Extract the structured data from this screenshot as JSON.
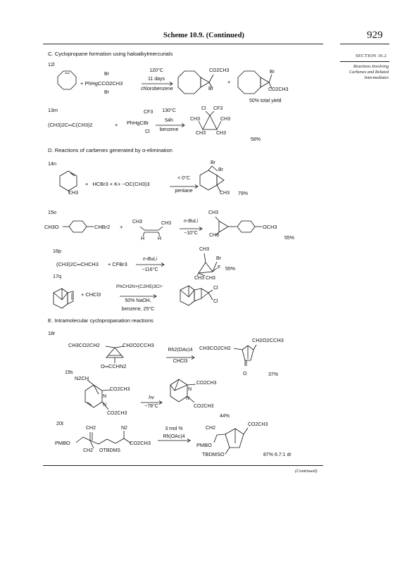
{
  "header": {
    "scheme_title": "Scheme 10.9. (Continued)",
    "page_number": "929"
  },
  "sidebar": {
    "section": "SECTION 10.2",
    "running_title": "Reactions Involving Carbenes and Related Intermediates"
  },
  "sections": {
    "C": "C. Cyclopropane formation using haloalkylmercurials",
    "D": "D. Reactions of carbenes generated by α-elimination",
    "E": "E. Intramolecular cyclopropanation reactions"
  },
  "entries": {
    "e12": {
      "label": "12l",
      "reagent": "PhHgCCO2CH3",
      "reagent_br_top": "Br",
      "reagent_br_bottom": "Br",
      "cond_1": "120°C",
      "cond_2": "11 days",
      "cond_3": "chlorobenzene",
      "p1_ester": "CO2CH3",
      "p1_br": "Br",
      "p2_br": "Br",
      "p2_ester": "CO2CH3",
      "yield": "50% total yield"
    },
    "e13": {
      "label": "13m",
      "substrate": "(CH3)2C═C(CH3)2",
      "reagent_top": "CF3",
      "reagent": "PhHgCBr",
      "reagent_bottom": "Cl",
      "cond_1": "130°C",
      "cond_2": "54h",
      "cond_3": "benzene",
      "p_cl": "Cl",
      "p_cf3": "CF3",
      "p_me_left": "CH3",
      "p_me_right": "CH3",
      "p_me_bl": "CH3",
      "p_me_br": "CH3",
      "yield": "58%"
    },
    "e14": {
      "label": "14n",
      "sub_me": "CH3",
      "reagents": "HCBr3 + K+ −OC(CH3)3",
      "cond_1": "< 0°C",
      "cond_2": "pentane",
      "p_br1": "Br",
      "p_br2": "Br",
      "p_me": "CH3",
      "yield": "79%"
    },
    "e15": {
      "label": "15o",
      "sub_left": "CH3O",
      "sub_right": "CHBr2",
      "alkene_me_left": "CH3",
      "alkene_me_right": "CH3",
      "alkene_h_left": "H",
      "alkene_h_right": "H",
      "cond_1": "n-BuLi",
      "cond_2": "−10°C",
      "p_me_top": "CH3",
      "p_me_bottom": "CH3",
      "p_right": "OCH3",
      "yield": "55%"
    },
    "e16": {
      "label": "16p",
      "substrate": "(CH3)2C═CHCH3",
      "reagent": "CFBr3",
      "cond_1": "n-BuLi",
      "cond_2": "−116°C",
      "p_me_top": "CH3",
      "p_br": "Br",
      "p_f": "F",
      "p_me_bottom": "CH3 CH3",
      "yield": "55%"
    },
    "e17": {
      "label": "17q",
      "reagent": "+ CHCl3",
      "cond_1": "PhCH2N+(C2H5)3Cl−",
      "cond_2": "50% NaOH,",
      "cond_3": "benzene, 25°C",
      "p_cl1": "Cl",
      "p_cl2": "Cl"
    },
    "e18": {
      "label": "18r",
      "sub_left": "CH3CO2CH2",
      "sub_right": "CH2O2CCH3",
      "sub_bottom": "O═CCHN2",
      "cond_1": "Rh2(OAc)4",
      "cond_2": "CHCl3",
      "p_left": "CH3CO2CH2",
      "p_right": "CH2O2CCH3",
      "p_o": "O",
      "yield": "37%"
    },
    "e19": {
      "label": "19s",
      "sub_n2": "N2CH",
      "sub_ester1": "CO2CH3",
      "sub_n1": "N",
      "sub_n2b": "N",
      "sub_ester2": "CO2CH3",
      "cond_1": "hν",
      "cond_2": "−78°C",
      "p_n1": "N",
      "p_ester1": "CO2CH3",
      "p_n2": "N",
      "p_ester2": "CO2CH3",
      "yield": "44%"
    },
    "e20": {
      "label": "20t",
      "sub_ch2_top": "CH2",
      "sub_n2": "N2",
      "sub_pmbo": "PMBO",
      "sub_ester": "CO2CH3",
      "sub_ch2_bottom": "CH2",
      "sub_otbdms": "OTBDMS",
      "cond_1": "3 mol %",
      "cond_2": "Rh(OAc)4",
      "p_ch2": "CH2",
      "p_ester": "CO2CH3",
      "p_pmbo": "PMBO",
      "p_tbdmso": "TBDMSO",
      "yield": "87% 6.7:1 dr"
    }
  },
  "footer": {
    "continued": "(Continued)"
  }
}
